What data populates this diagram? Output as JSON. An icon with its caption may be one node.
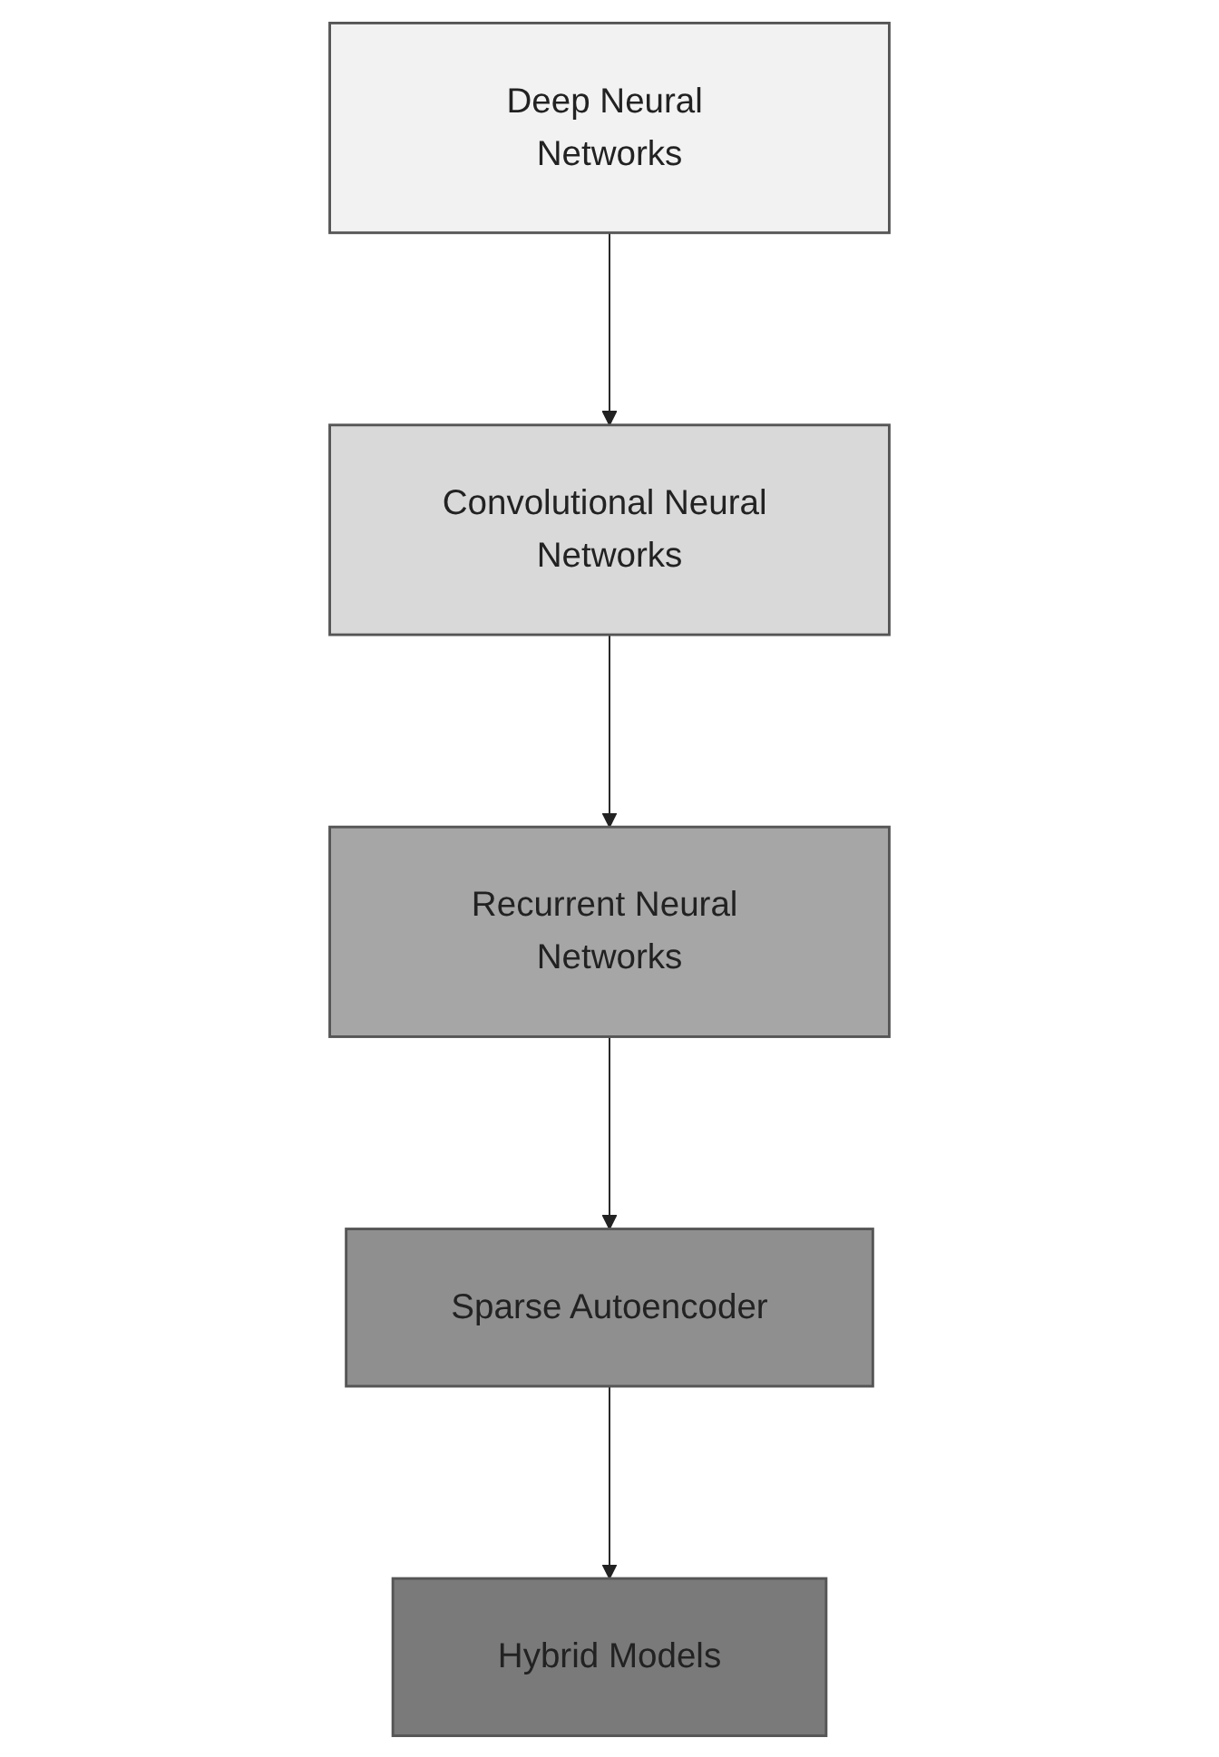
{
  "diagram": {
    "nodes": [
      {
        "text": [
          "Deep Neural Networks"
        ]
      },
      {
        "text": [
          "Convolutional Neural Networks"
        ]
      },
      {
        "text": [
          "Recurrent Neural Networks"
        ]
      },
      {
        "text": [
          "Sparse Autoencoder"
        ]
      },
      {
        "text": [
          "Hybrid Models"
        ]
      }
    ],
    "edges": [
      {
        "from": 0,
        "to": 1,
        "arrow": "to"
      },
      {
        "from": 1,
        "to": 2,
        "arrow": "to"
      },
      {
        "from": 2,
        "to": 3,
        "arrow": "to"
      },
      {
        "from": 3,
        "to": 4,
        "arrow": "to"
      }
    ]
  }
}
